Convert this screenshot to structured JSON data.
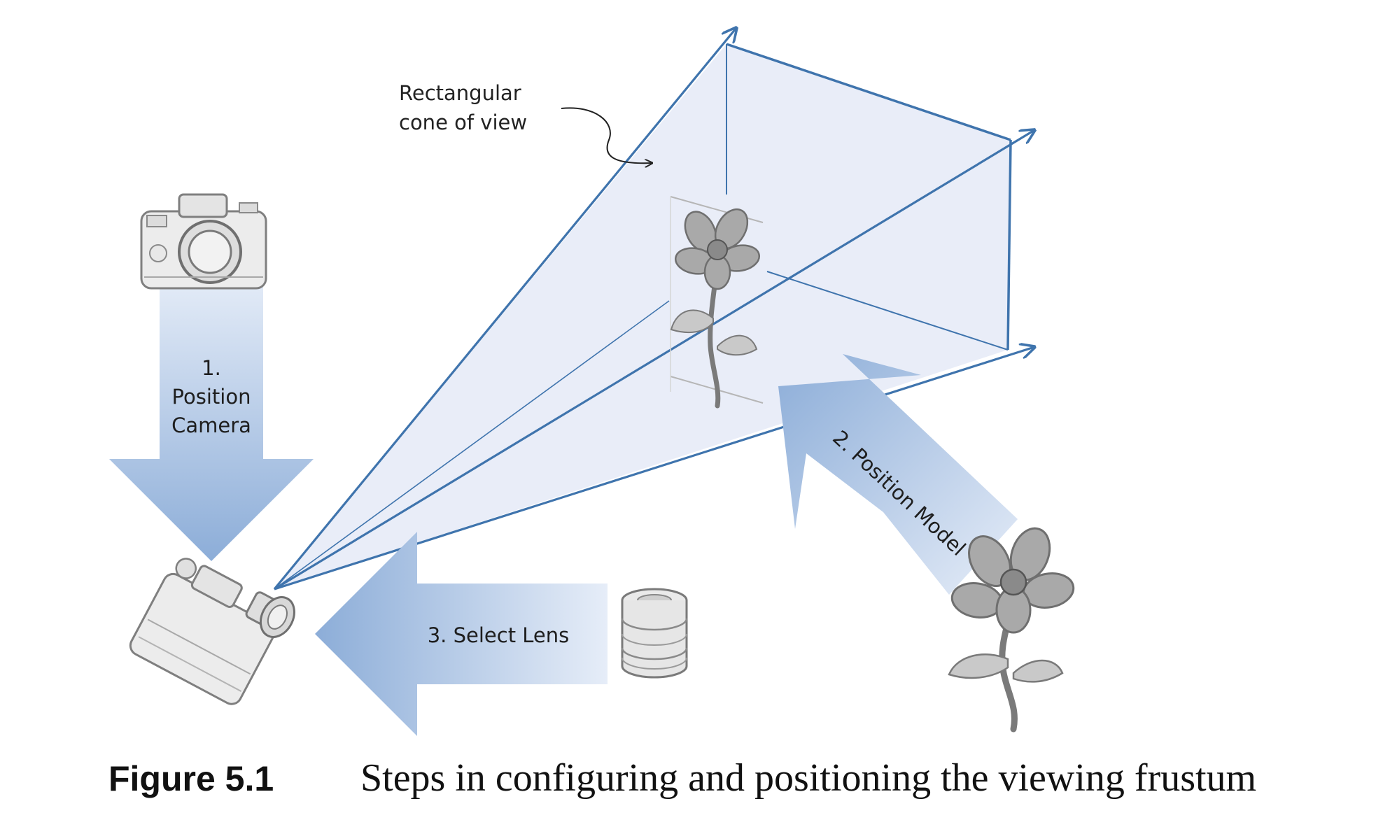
{
  "diagram": {
    "cone_label": {
      "line1": "Rectangular",
      "line2": "cone of view"
    },
    "steps": [
      {
        "id": "position-camera",
        "lines": [
          "1.",
          "Position",
          "Camera"
        ]
      },
      {
        "id": "position-model",
        "lines": [
          "2. Position Model"
        ]
      },
      {
        "id": "select-lens",
        "lines": [
          "3. Select Lens"
        ]
      }
    ],
    "icons": {
      "top_camera": "camera-icon",
      "bottom_camera": "camera-icon",
      "lens": "lens-icon",
      "flower_in_frustum": "flower-icon",
      "flower_model": "flower-icon"
    },
    "colors": {
      "frustum_line": "#3f74ad",
      "frustum_fill": "#e9edf8",
      "arrow_dark": "#8fb0da",
      "arrow_light": "#e6eef8",
      "sketch": "#7a7a7a"
    }
  },
  "caption": {
    "number": "Figure 5.1",
    "text": "Steps in configuring and positioning the viewing frustum"
  }
}
